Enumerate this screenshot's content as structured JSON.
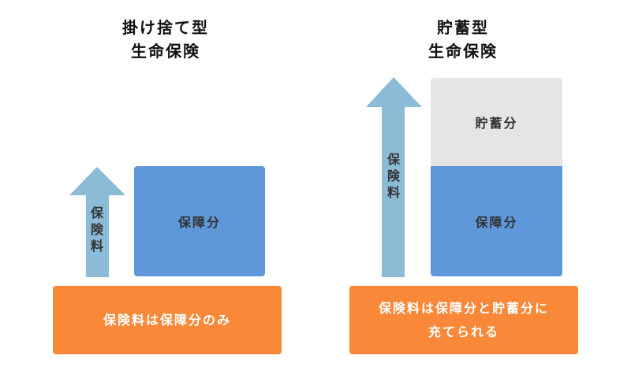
{
  "left": {
    "title_lines": [
      "掛け捨て型",
      "生命保険"
    ],
    "arrow_label": [
      "保",
      "険",
      "料"
    ],
    "box_label": "保障分",
    "footer_lines": [
      "保険料は保障分のみ"
    ]
  },
  "right": {
    "title_lines": [
      "貯蓄型",
      "生命保険"
    ],
    "arrow_label": [
      "保",
      "険",
      "料"
    ],
    "savings_label": "貯蓄分",
    "box_label": "保障分",
    "footer_lines": [
      "保険料は保障分と貯蓄分に",
      "充てられる"
    ]
  },
  "colors": {
    "protection": "#5e98da",
    "savings": "#e5e5e5",
    "arrow": "#8bbbd6",
    "footer": "#f98838"
  }
}
